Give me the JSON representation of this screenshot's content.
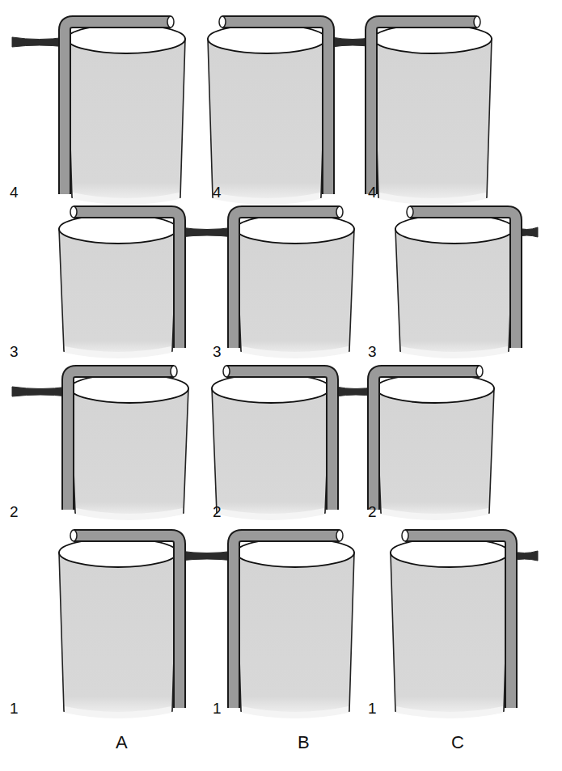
{
  "diagram": {
    "labels": [
      "4",
      "4",
      "4",
      "3",
      "3",
      "3",
      "2",
      "2",
      "2",
      "1",
      "1",
      "1",
      "A",
      "B",
      "C"
    ]
  }
}
